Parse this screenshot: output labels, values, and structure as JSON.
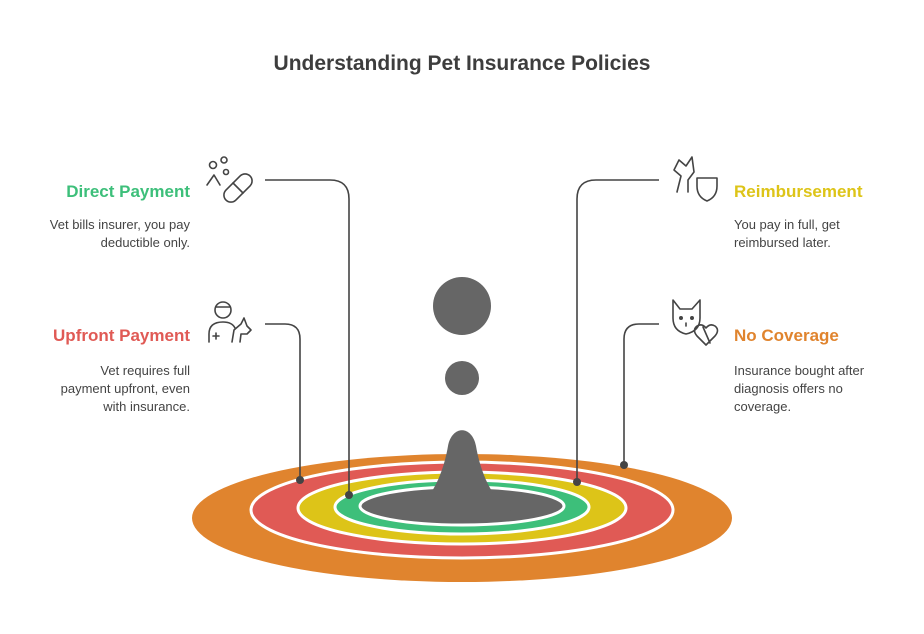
{
  "title": "Understanding Pet Insurance Policies",
  "items": [
    {
      "label": "Direct Payment",
      "description": [
        "Vet bills insurer, you pay",
        "deductible only."
      ],
      "color": "#3dbf7a",
      "icon": "pill-icon"
    },
    {
      "label": "Upfront Payment",
      "description": [
        "Vet requires full",
        "payment upfront, even",
        "with insurance."
      ],
      "color": "#e05a55",
      "icon": "vet-with-dog-icon"
    },
    {
      "label": "Reimbursement",
      "description": [
        "You pay in full, get",
        "reimbursed later."
      ],
      "color": "#ddc418",
      "icon": "dog-shield-icon"
    },
    {
      "label": "No Coverage",
      "description": [
        "Insurance bought after",
        "diagnosis offers no",
        "coverage."
      ],
      "color": "#e0842e",
      "icon": "cat-broken-heart-icon"
    }
  ],
  "colors": {
    "center": "#666666",
    "outline": "#444444",
    "title": "#3d3d3d"
  }
}
